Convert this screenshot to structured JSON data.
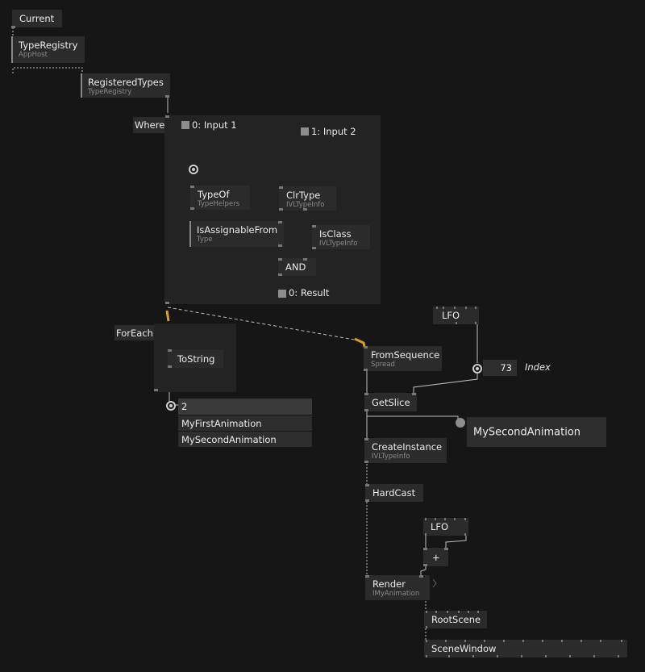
{
  "nodes": {
    "current": {
      "title": "Current"
    },
    "type_registry": {
      "title": "TypeRegistry",
      "sub": "AppHost"
    },
    "registered_types": {
      "title": "RegisteredTypes",
      "sub": "TypeRegistry"
    },
    "where": {
      "title": "Where"
    },
    "input1": {
      "title": "0:  Input 1"
    },
    "input2": {
      "title": "1:  Input 2"
    },
    "typeof": {
      "title": "TypeOf",
      "sub": "TypeHelpers"
    },
    "clrtype": {
      "title": "ClrType",
      "sub": "IVLTypeInfo"
    },
    "isassignable": {
      "title": "IsAssignableFrom",
      "sub": "Type"
    },
    "isclass": {
      "title": "IsClass",
      "sub": "IVLTypeInfo"
    },
    "and": {
      "title": "AND"
    },
    "result": {
      "title": "0:  Result"
    },
    "foreach": {
      "title": "ForEach"
    },
    "tostring": {
      "title": "ToString"
    },
    "lfo1": {
      "title": "LFO"
    },
    "fromsequence": {
      "title": "FromSequence",
      "sub": "Spread"
    },
    "getslice": {
      "title": "GetSlice"
    },
    "createinstance": {
      "title": "CreateInstance",
      "sub": "IVLTypeInfo"
    },
    "hardcast": {
      "title": "HardCast"
    },
    "lfo2": {
      "title": "LFO"
    },
    "plus": {
      "title": "+"
    },
    "render": {
      "title": "Render",
      "sub": "IMyAnimation"
    },
    "rootscene": {
      "title": "RootScene"
    },
    "scenewindow": {
      "title": "SceneWindow"
    }
  },
  "index_io": {
    "value": "73",
    "label": "Index"
  },
  "list_io": {
    "count": "2",
    "items": [
      "MyFirstAnimation",
      "MySecondAnimation"
    ]
  },
  "output_io": {
    "value": "MySecondAnimation"
  },
  "colors": {
    "background": "#161616",
    "node": "#2b2b2b",
    "region": "#232323",
    "accent": "#d9a020",
    "link": "#bdbdbd"
  }
}
